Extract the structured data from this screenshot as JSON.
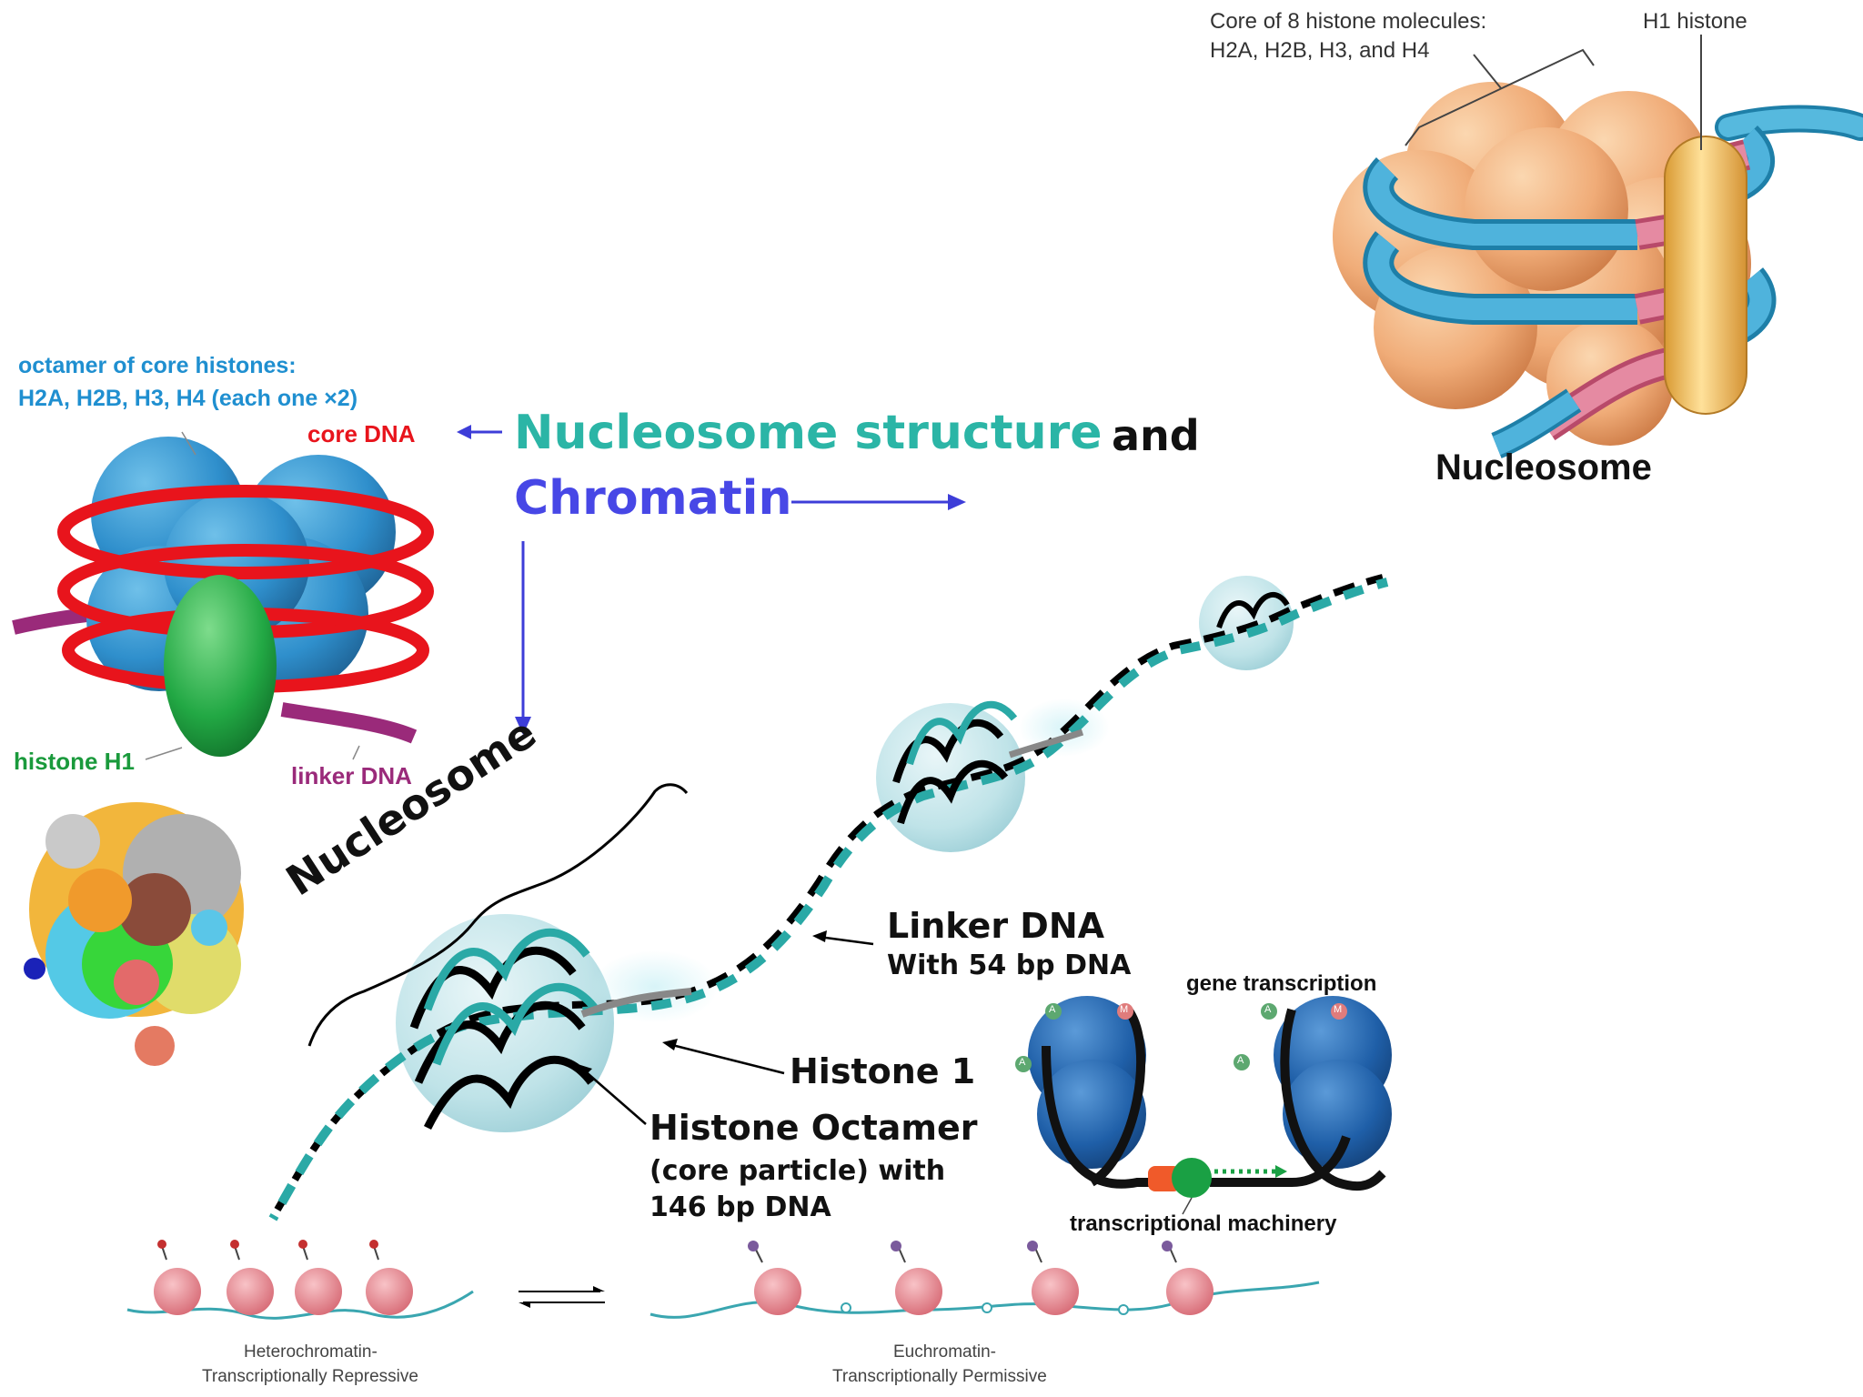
{
  "title": {
    "part1": "Nucleosome structure",
    "part2": "and",
    "part3": "Chromatin"
  },
  "top_right_diagram": {
    "core_label_line1": "Core of 8 histone molecules:",
    "core_label_line2": "H2A, H2B, H3, and H4",
    "h1_label": "H1 histone",
    "caption": "Nucleosome"
  },
  "left_diagram": {
    "octamer_label_line1": "octamer of core histones:",
    "octamer_label_line2": "H2A, H2B, H3, H4 (each one ×2)",
    "core_dna_label": "core DNA",
    "histone_h1_label": "histone H1",
    "linker_dna_label": "linker DNA"
  },
  "main_diagram": {
    "nucleosome_label": "Nucleosome",
    "linker_dna_title": "Linker DNA",
    "linker_dna_sub": "With 54 bp DNA",
    "histone1_label": "Histone 1",
    "octamer_title": "Histone Octamer",
    "octamer_sub_line1": "(core particle) with",
    "octamer_sub_line2": "146 bp DNA"
  },
  "transcription_diagram": {
    "gene_transcription": "gene transcription",
    "machinery": "transcriptional machinery",
    "mark_a": "A",
    "mark_m": "M"
  },
  "bottom_diagram": {
    "hetero_line1": "Heterochromatin-",
    "hetero_line2": "Transcriptionally Repressive",
    "eu_line1": "Euchromatin-",
    "eu_line2": "Transcriptionally Permissive"
  },
  "colors": {
    "teal_title": "#2bb5a6",
    "blue_title": "#4747e6",
    "arrow_blue": "#3d3dd8",
    "histone_blue": "#1f8fd0",
    "core_dna_red": "#e8141c",
    "h1_green": "#1a9a3c",
    "linker_purple": "#9a2a7a",
    "dna_teal": "#2aa9a6"
  }
}
